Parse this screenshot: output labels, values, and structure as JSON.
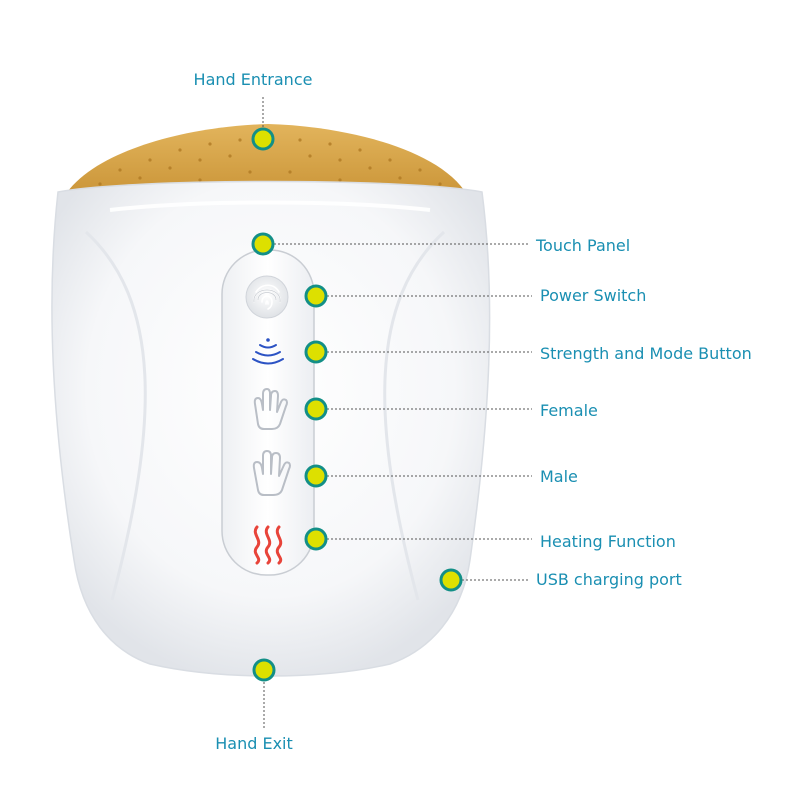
{
  "colors": {
    "label_text": "#1a8fb2",
    "marker_fill": "#dde000",
    "marker_ring": "#138f87",
    "leader_line": "#555555",
    "device_body": "#ffffff",
    "cushion": "#d8a64a",
    "strength_icon": "#2c53c4",
    "heating_icon": "#e8443a"
  },
  "callouts": {
    "hand_entrance": "Hand Entrance",
    "touch_panel": "Touch Panel",
    "power_switch": "Power Switch",
    "strength_mode": "Strength and Mode Button",
    "female": "Female",
    "male": "Male",
    "heating": "Heating Function",
    "usb_port": "USB charging port",
    "hand_exit": "Hand Exit"
  },
  "icons": {
    "power": "fingerprint-icon",
    "strength": "wave-signal-icon",
    "female": "hand-icon",
    "male": "hand-icon",
    "heating": "heat-waves-icon"
  }
}
